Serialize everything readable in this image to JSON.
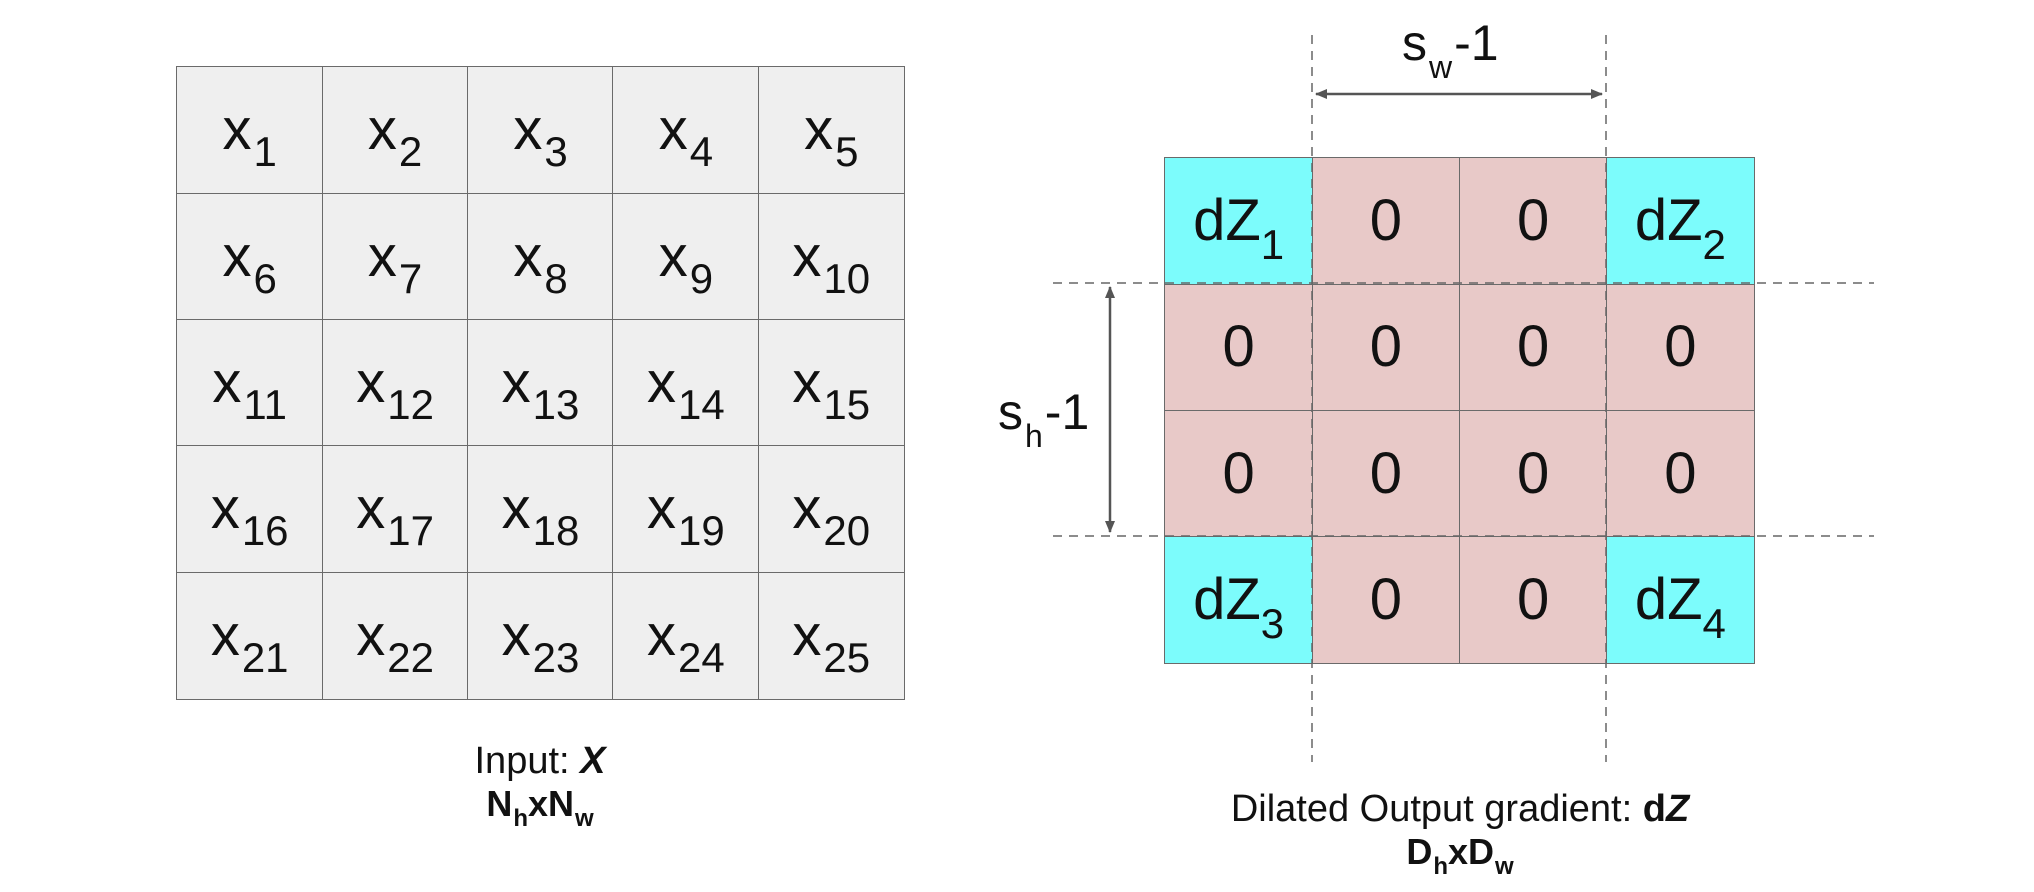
{
  "input_grid": {
    "cells": [
      {
        "base": "x",
        "sub": "1"
      },
      {
        "base": "x",
        "sub": "2"
      },
      {
        "base": "x",
        "sub": "3"
      },
      {
        "base": "x",
        "sub": "4"
      },
      {
        "base": "x",
        "sub": "5"
      },
      {
        "base": "x",
        "sub": "6"
      },
      {
        "base": "x",
        "sub": "7"
      },
      {
        "base": "x",
        "sub": "8"
      },
      {
        "base": "x",
        "sub": "9"
      },
      {
        "base": "x",
        "sub": "10"
      },
      {
        "base": "x",
        "sub": "11"
      },
      {
        "base": "x",
        "sub": "12"
      },
      {
        "base": "x",
        "sub": "13"
      },
      {
        "base": "x",
        "sub": "14"
      },
      {
        "base": "x",
        "sub": "15"
      },
      {
        "base": "x",
        "sub": "16"
      },
      {
        "base": "x",
        "sub": "17"
      },
      {
        "base": "x",
        "sub": "18"
      },
      {
        "base": "x",
        "sub": "19"
      },
      {
        "base": "x",
        "sub": "20"
      },
      {
        "base": "x",
        "sub": "21"
      },
      {
        "base": "x",
        "sub": "22"
      },
      {
        "base": "x",
        "sub": "23"
      },
      {
        "base": "x",
        "sub": "24"
      },
      {
        "base": "x",
        "sub": "25"
      }
    ],
    "caption_prefix": "Input: ",
    "caption_symbol": "X",
    "dims": {
      "a": "N",
      "a_sub": "h",
      "x": "x",
      "b": "N",
      "b_sub": "w"
    }
  },
  "output_grid": {
    "cells": [
      {
        "kind": "dz",
        "base": "dZ",
        "sub": "1"
      },
      {
        "kind": "zero",
        "base": "0",
        "sub": ""
      },
      {
        "kind": "zero",
        "base": "0",
        "sub": ""
      },
      {
        "kind": "dz",
        "base": "dZ",
        "sub": "2"
      },
      {
        "kind": "zero",
        "base": "0",
        "sub": ""
      },
      {
        "kind": "zero",
        "base": "0",
        "sub": ""
      },
      {
        "kind": "zero",
        "base": "0",
        "sub": ""
      },
      {
        "kind": "zero",
        "base": "0",
        "sub": ""
      },
      {
        "kind": "zero",
        "base": "0",
        "sub": ""
      },
      {
        "kind": "zero",
        "base": "0",
        "sub": ""
      },
      {
        "kind": "zero",
        "base": "0",
        "sub": ""
      },
      {
        "kind": "zero",
        "base": "0",
        "sub": ""
      },
      {
        "kind": "dz",
        "base": "dZ",
        "sub": "3"
      },
      {
        "kind": "zero",
        "base": "0",
        "sub": ""
      },
      {
        "kind": "zero",
        "base": "0",
        "sub": ""
      },
      {
        "kind": "dz",
        "base": "dZ",
        "sub": "4"
      }
    ],
    "caption_prefix": "Dilated Output gradient: ",
    "caption_symbol_bold": "d",
    "caption_symbol_italic": "Z",
    "dims": {
      "a": "D",
      "a_sub": "h",
      "x": "x",
      "b": "D",
      "b_sub": "w"
    }
  },
  "stride_w_label": {
    "base": "s",
    "sub": "w",
    "suffix": "-1"
  },
  "stride_h_label": {
    "base": "s",
    "sub": "h",
    "suffix": "-1"
  },
  "colors": {
    "input_cell": "#efefef",
    "zero_cell": "#e8c9c8",
    "dz_cell": "#7cfcfc",
    "border": "#6a6a6a"
  }
}
